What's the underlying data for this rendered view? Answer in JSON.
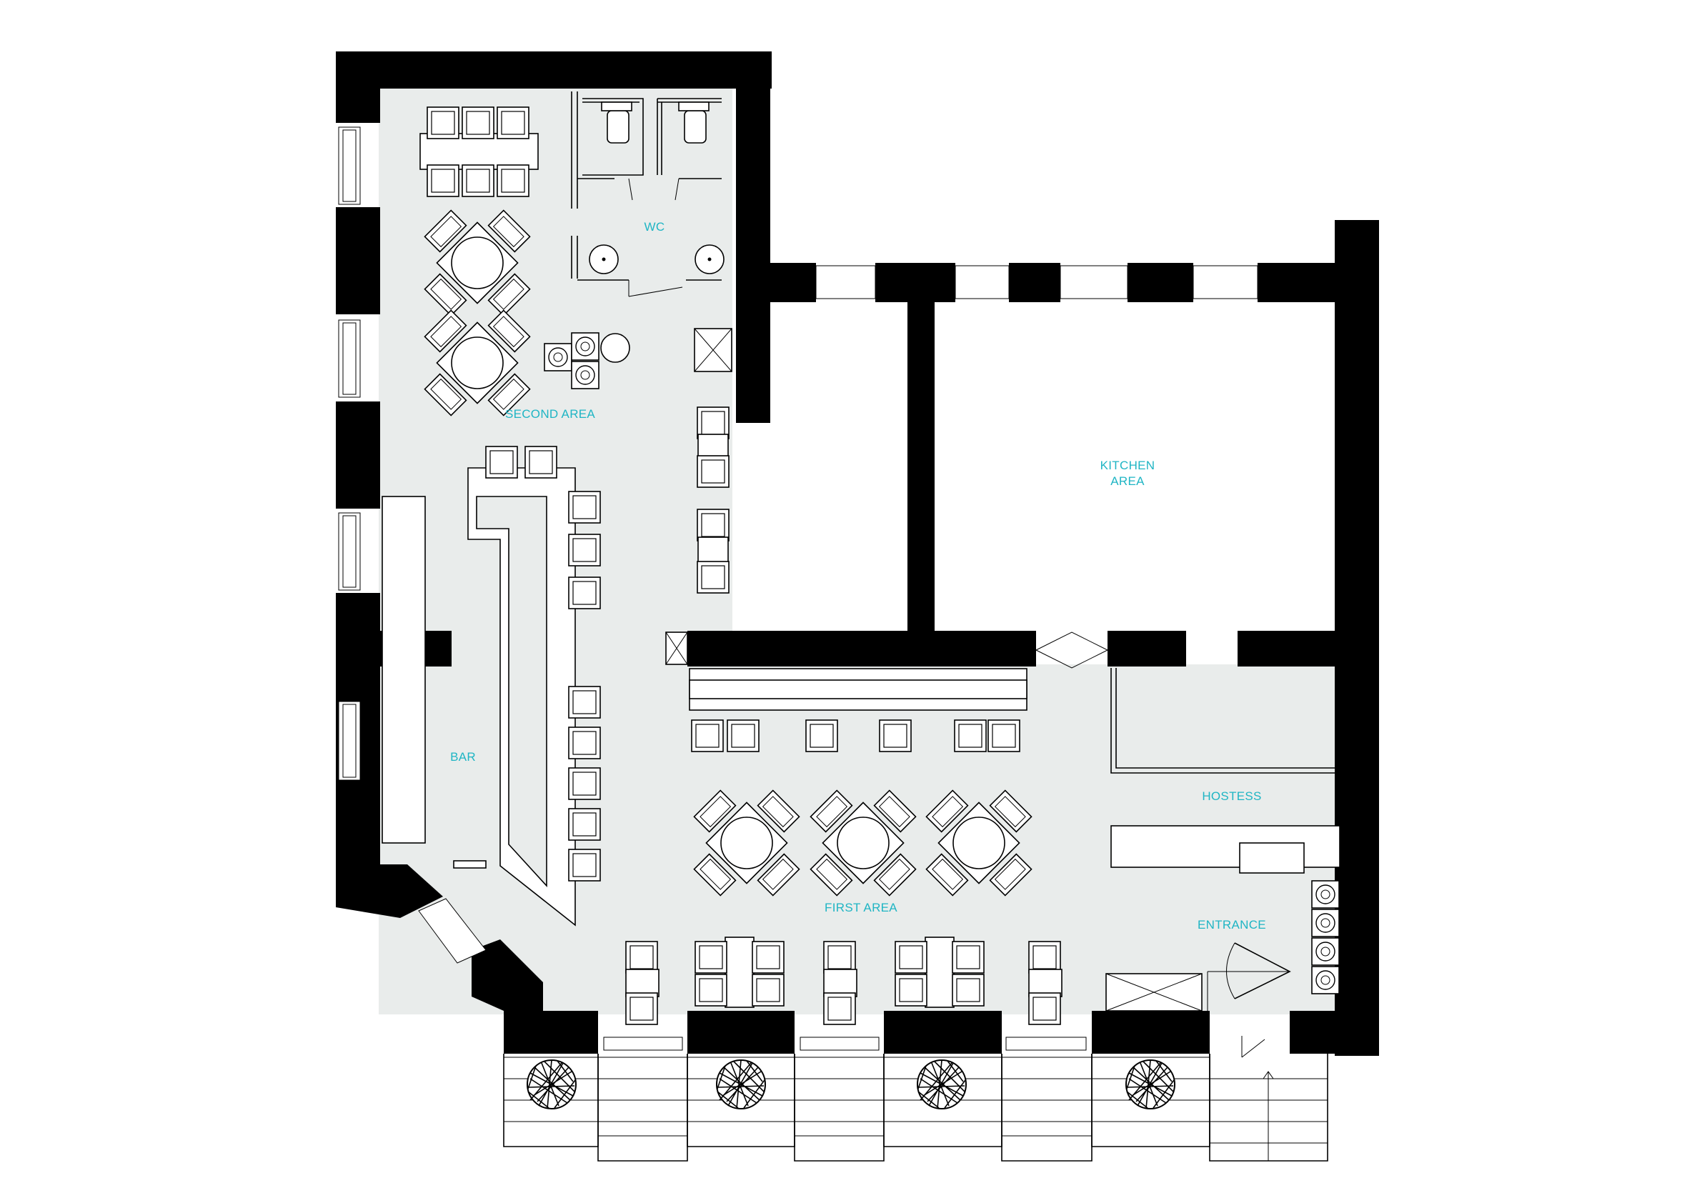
{
  "plan": {
    "labels": {
      "wc": "WC",
      "second_area": "SECOND AREA",
      "kitchen_line1": "KITCHEN",
      "kitchen_line2": "AREA",
      "bar": "BAR",
      "hostess": "HOSTESS",
      "first_area": "FIRST AREA",
      "entrance": "ENTRANCE"
    },
    "colors": {
      "label": "#1fb5c4",
      "wall": "#000000",
      "floor": "#e9eceb"
    }
  }
}
